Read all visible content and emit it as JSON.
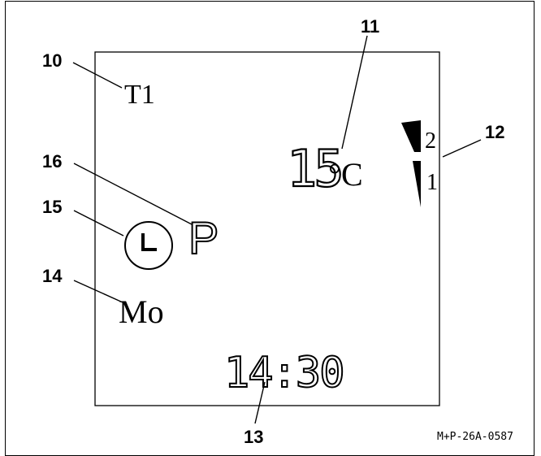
{
  "display": {
    "program_label": "T1",
    "temperature_value": "15",
    "temperature_unit": "°C",
    "level_upper": "2",
    "level_lower": "1",
    "program_mode_letter": "P",
    "weekday": "Mo",
    "time": "14:30"
  },
  "callouts": [
    {
      "id": "10",
      "label": "10"
    },
    {
      "id": "11",
      "label": "11"
    },
    {
      "id": "12",
      "label": "12"
    },
    {
      "id": "13",
      "label": "13"
    },
    {
      "id": "14",
      "label": "14"
    },
    {
      "id": "15",
      "label": "15"
    },
    {
      "id": "16",
      "label": "16"
    }
  ],
  "figure_code": "M+P-26A-0587",
  "icons": {
    "clock": "clock-icon",
    "level_wedge": "level-wedge-icon"
  }
}
